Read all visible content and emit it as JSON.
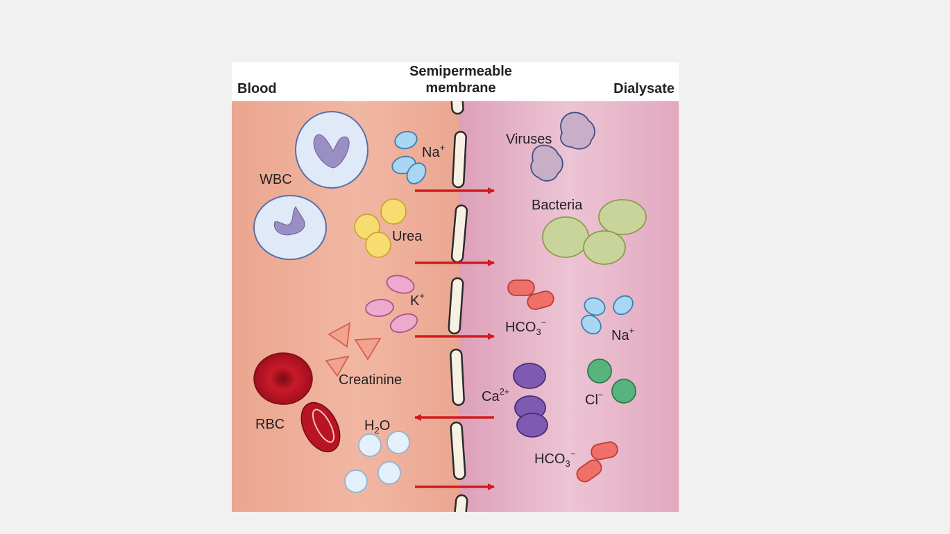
{
  "headers": {
    "blood": "Blood",
    "membrane_line1": "Semipermeable",
    "membrane_line2": "membrane",
    "dialysate": "Dialysate"
  },
  "labels": {
    "wbc": "WBC",
    "na_left": "Na",
    "na_left_sup": "+",
    "urea": "Urea",
    "k": "K",
    "k_sup": "+",
    "creatinine": "Creatinine",
    "rbc": "RBC",
    "h2o_h": "H",
    "h2o_sub": "2",
    "h2o_o": "O",
    "viruses": "Viruses",
    "bacteria": "Bacteria",
    "hco3_a": "HCO",
    "hco3_a_sub": "3",
    "hco3_a_sup": "−",
    "na_right": "Na",
    "na_right_sup": "+",
    "ca": "Ca",
    "ca_sup": "2+",
    "cl": "Cl",
    "cl_sup": "−",
    "hco3_b": "HCO",
    "hco3_b_sub": "3",
    "hco3_b_sup": "−"
  },
  "arrow_directions": [
    "to-dialysate",
    "to-dialysate",
    "to-dialysate",
    "to-blood",
    "to-dialysate"
  ],
  "colors": {
    "blood_side": "#efb4a0",
    "dialysate_side": "#e7b8cc",
    "arrow": "#d01c1c",
    "membrane": "#f7f1e4",
    "na": "#a9d6f2",
    "urea": "#f7dc72",
    "k": "#ecaacd",
    "creatinine": "#f3a28e",
    "rbc": "#b81423",
    "wbc": "#dfe9f7",
    "water": "#e5f1fa",
    "virus": "#c8aec7",
    "bacteria": "#c9d49a",
    "hco3": "#ee7068",
    "ca": "#7e5ab0",
    "cl": "#56b47c"
  }
}
